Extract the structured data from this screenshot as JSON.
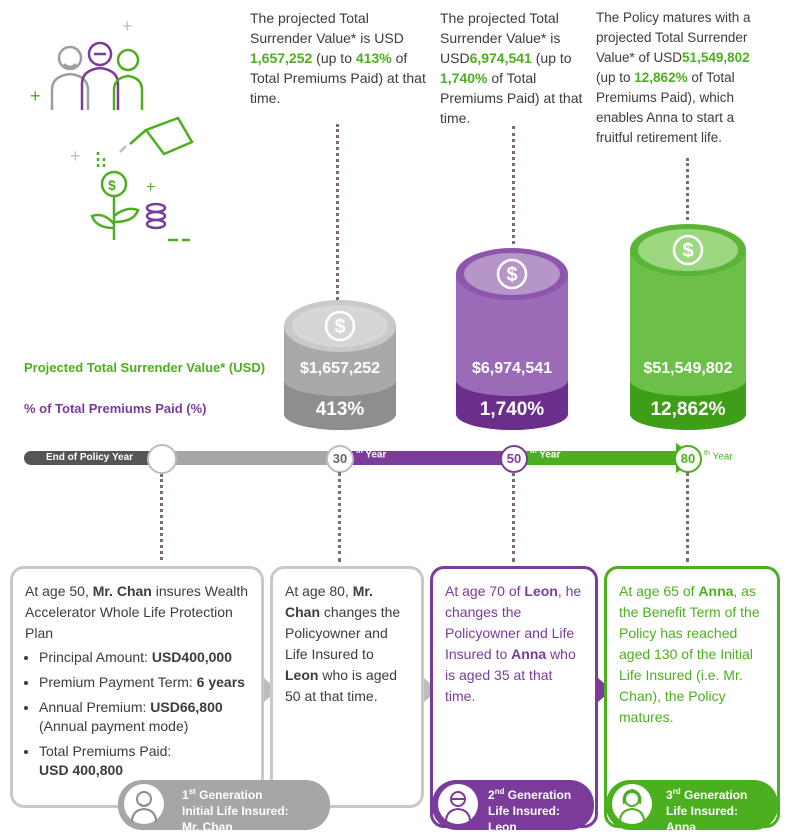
{
  "notes": {
    "n1": {
      "pre": "The projected Total Surrender Value* is USD",
      "amount": "1,657,252",
      "mid": " (up to ",
      "pct": "413%",
      "post": " of Total Premiums Paid) at that time."
    },
    "n2": {
      "pre": "The projected Total Surrender Value* is USD",
      "amount": "6,974,541",
      "mid": " (up to ",
      "pct": "1,740%",
      "post": " of Total Premiums Paid) at that time."
    },
    "n3": {
      "pre": "The Policy matures with a projected Total Surrender Value* of USD",
      "amount": "51,549,802",
      "mid": " (up to ",
      "pct": "12,862%",
      "post": " of Total Premiums Paid), which enables Anna to start a fruitful retirement life."
    }
  },
  "labels": {
    "surrender": "Projected Total Surrender Value* (USD)",
    "premiums": "% of Total Premiums Paid (%)"
  },
  "cylinders": [
    {
      "value": "$1,657,252",
      "pct": "413%",
      "color": "#9e9e9e"
    },
    {
      "value": "$6,974,541",
      "pct": "1,740%",
      "color": "#7b3b9b"
    },
    {
      "value": "$51,549,802",
      "pct": "12,862%",
      "color": "#4caf1f"
    }
  ],
  "timeline": {
    "start": "End of Policy Year",
    "year30": "30",
    "year50": "50",
    "year80": "80",
    "th": "th",
    "year": "Year"
  },
  "boxes": {
    "b1": {
      "intro_pre": "At age 50, ",
      "intro_name": "Mr. Chan",
      "intro_post": " insures Wealth Accelerator Whole Life Protection Plan",
      "bullets": [
        {
          "label": "Principal Amount: ",
          "value": "USD400,000"
        },
        {
          "label": "Premium Payment Term: ",
          "value": "6 years"
        },
        {
          "label": "Annual Premium: ",
          "value": "USD66,800",
          "note": "(Annual payment mode)"
        },
        {
          "label": "Total Premiums Paid:",
          "value": "USD 400,800"
        }
      ]
    },
    "b2": {
      "t1": "At age 80, ",
      "t2": "Mr. Chan",
      "t3": " changes the Policyowner and Life Insured to ",
      "t4": "Leon",
      "t5": " who is aged 50 at that time."
    },
    "b3": {
      "t1": "At age 70 of ",
      "t2": "Leon",
      "t3": ", he changes the Policyowner and Life Insured to ",
      "t4": "Anna",
      "t5": " who is aged 35 at that time."
    },
    "b4": {
      "t1": "At age 65 of ",
      "t2": "Anna",
      "t3": ", as the Benefit Term of the Policy has reached aged 130 of the Initial Life Insured (i.e. Mr. Chan), the Policy matures."
    }
  },
  "generations": [
    {
      "ord": "1",
      "sup": "st",
      "l1": " Generation",
      "l2": "Initial Life Insured:",
      "l3": "Mr. Chan",
      "color": "#a6a6a6"
    },
    {
      "ord": "2",
      "sup": "nd",
      "l1": " Generation",
      "l2": "Life Insured:",
      "l3": "Leon",
      "color": "#7b3b9b"
    },
    {
      "ord": "3",
      "sup": "rd",
      "l1": " Generation",
      "l2": "Life Insured:",
      "l3": "Anna",
      "color": "#4caf1f"
    }
  ]
}
